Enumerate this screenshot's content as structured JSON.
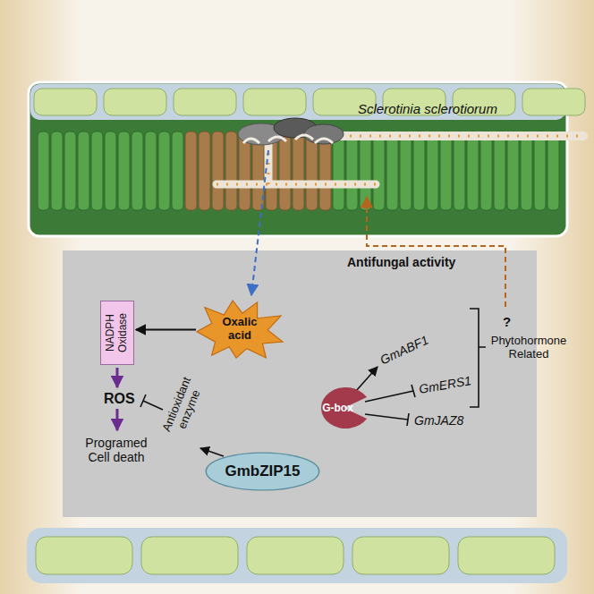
{
  "diagram": {
    "nodes": [
      {
        "text": [
          "NADPH Oxidase"
        ]
      },
      {
        "text": [
          "Oxalic acid"
        ]
      },
      {
        "text": [
          "GmbZIP15"
        ]
      },
      {
        "text": [
          "G-box"
        ]
      }
    ],
    "edges": [
      {
        "from": 1,
        "to": 0,
        "arrow": "to"
      }
    ],
    "labels": [
      "Sclerotinia sclerotiorum",
      "Antifungal activity",
      "?",
      "Phytohormone Related",
      "ROS",
      "Antioxidant enzyme",
      "GmABF1",
      "GmERS1",
      "GmJAZ8",
      "Programed Cell death"
    ]
  }
}
